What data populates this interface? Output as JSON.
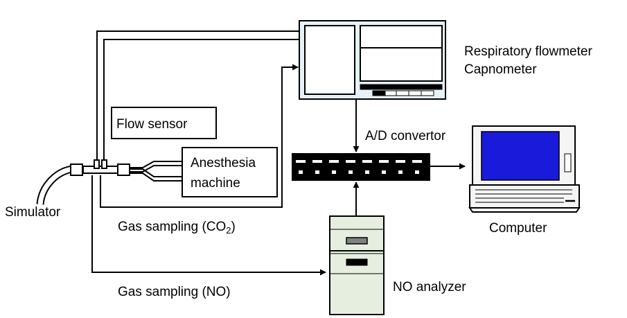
{
  "labels": {
    "flowmeter_line1": "Respiratory flowmeter",
    "flowmeter_line2": "Capnometer",
    "flow_sensor": "Flow sensor",
    "ad_convertor": "A/D convertor",
    "anesthesia_line1": "Anesthesia",
    "anesthesia_line2": "machine",
    "simulator": "Simulator",
    "gas_sampling_co2_prefix": "Gas sampling (CO",
    "gas_sampling_co2_sub": "2",
    "gas_sampling_co2_suffix": ")",
    "computer": "Computer",
    "gas_sampling_no": "Gas sampling (NO)",
    "no_analyzer": "NO analyzer"
  },
  "colors": {
    "background": "#ffffff",
    "panel_fill": "#e6f2f7",
    "analyzer_fill": "#e6eee0",
    "computer_fill": "#f5f5f5",
    "screen_blue": "#1a1adb",
    "line": "#000000"
  }
}
